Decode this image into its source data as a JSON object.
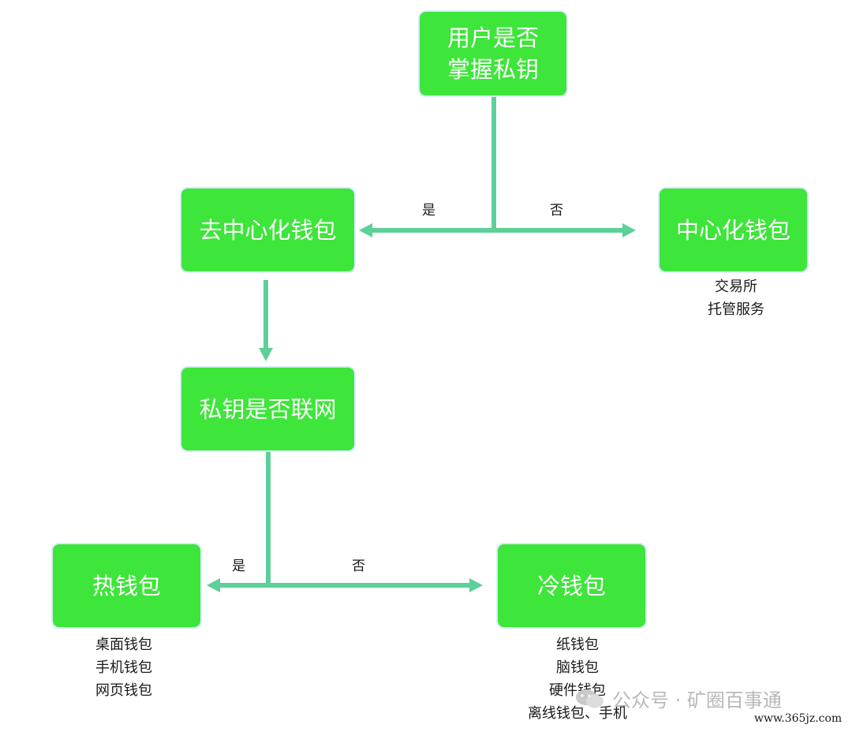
{
  "colors": {
    "node_fill": "#3ee53a",
    "edge": "#5dcf98",
    "text_on_node": "#ffffff"
  },
  "nodes": {
    "root": "用户是否\n掌握私钥",
    "decentralized": "去中心化钱包",
    "centralized": "中心化钱包",
    "key_online": "私钥是否联网",
    "hot": "热钱包",
    "cold": "冷钱包"
  },
  "edge_labels": {
    "yes1": "是",
    "no1": "否",
    "yes2": "是",
    "no2": "否"
  },
  "examples": {
    "centralized": [
      "交易所",
      "托管服务"
    ],
    "hot": [
      "桌面钱包",
      "手机钱包",
      "网页钱包"
    ],
    "cold": [
      "纸钱包",
      "脑钱包",
      "硬件钱包",
      "离线钱包、手机"
    ]
  },
  "watermark": {
    "text": "公众号 · 矿圈百事通",
    "url": "www.365jz.com",
    "icon": "wechat-icon"
  }
}
